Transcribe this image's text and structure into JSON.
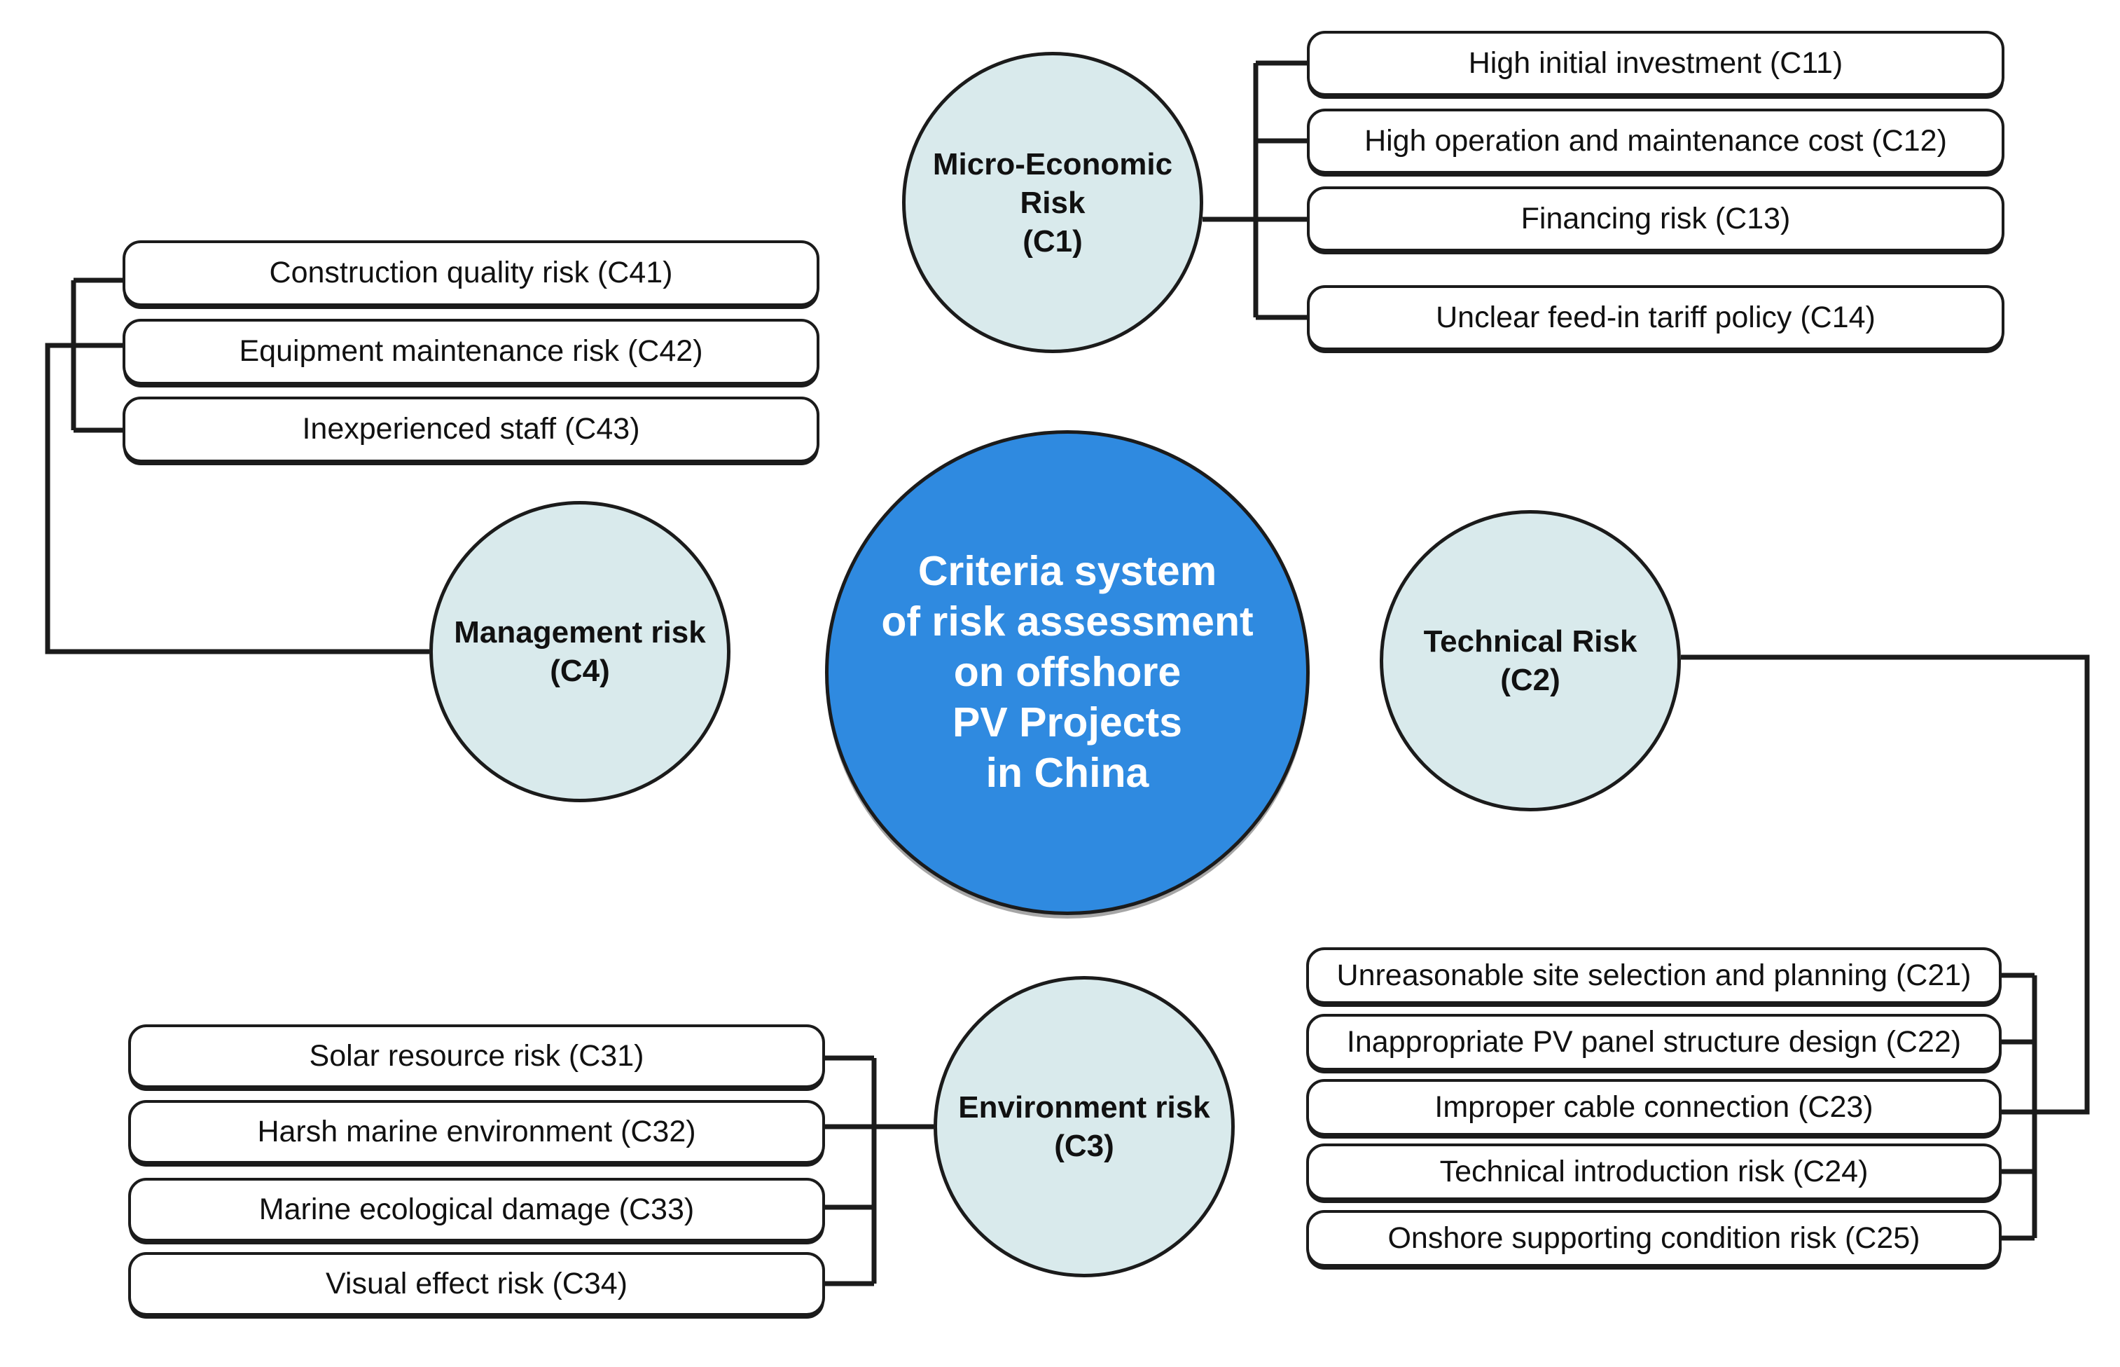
{
  "diagram": {
    "type": "radial-hierarchy",
    "center": {
      "id": "goal",
      "label": "Criteria system\nof risk assessment\non offshore\nPV Projects\nin China",
      "lines": [
        "Criteria system",
        "of risk assessment",
        "on offshore",
        "PV Projects",
        "in China"
      ],
      "color": "#2f8ae0",
      "text_color": "#ffffff"
    },
    "branch_color": "#d9eaec",
    "line_color": "#1b1b1b",
    "branches": [
      {
        "id": "C1",
        "label": "Micro-Economic\nRisk\n(C1)",
        "lines": [
          "Micro-Economic",
          "Risk",
          "(C1)"
        ],
        "position": "top-right",
        "criteria": [
          {
            "code": "C11",
            "text": "High initial investment (C11)"
          },
          {
            "code": "C12",
            "text": "High operation and maintenance cost (C12)"
          },
          {
            "code": "C13",
            "text": "Financing risk (C13)"
          },
          {
            "code": "C14",
            "text": "Unclear feed-in tariff policy (C14)"
          }
        ]
      },
      {
        "id": "C2",
        "label": "Technical Risk\n(C2)",
        "lines": [
          "Technical Risk",
          "(C2)"
        ],
        "position": "right",
        "criteria": [
          {
            "code": "C21",
            "text": "Unreasonable site selection and planning (C21)"
          },
          {
            "code": "C22",
            "text": "Inappropriate PV panel structure design (C22)"
          },
          {
            "code": "C23",
            "text": "Improper cable connection (C23)"
          },
          {
            "code": "C24",
            "text": "Technical introduction risk (C24)"
          },
          {
            "code": "C25",
            "text": "Onshore supporting condition risk (C25)"
          }
        ]
      },
      {
        "id": "C3",
        "label": "Environment risk\n(C3)",
        "lines": [
          "Environment risk",
          "(C3)"
        ],
        "position": "bottom",
        "criteria": [
          {
            "code": "C31",
            "text": "Solar resource risk (C31)"
          },
          {
            "code": "C32",
            "text": "Harsh marine environment (C32)"
          },
          {
            "code": "C33",
            "text": "Marine ecological damage (C33)"
          },
          {
            "code": "C34",
            "text": "Visual effect risk (C34)"
          }
        ]
      },
      {
        "id": "C4",
        "label": "Management risk\n(C4)",
        "lines": [
          "Management risk",
          "(C4)"
        ],
        "position": "left",
        "criteria": [
          {
            "code": "C41",
            "text": "Construction quality risk (C41)"
          },
          {
            "code": "C42",
            "text": "Equipment maintenance risk (C42)"
          },
          {
            "code": "C43",
            "text": "Inexperienced staff (C43)"
          }
        ]
      }
    ]
  }
}
